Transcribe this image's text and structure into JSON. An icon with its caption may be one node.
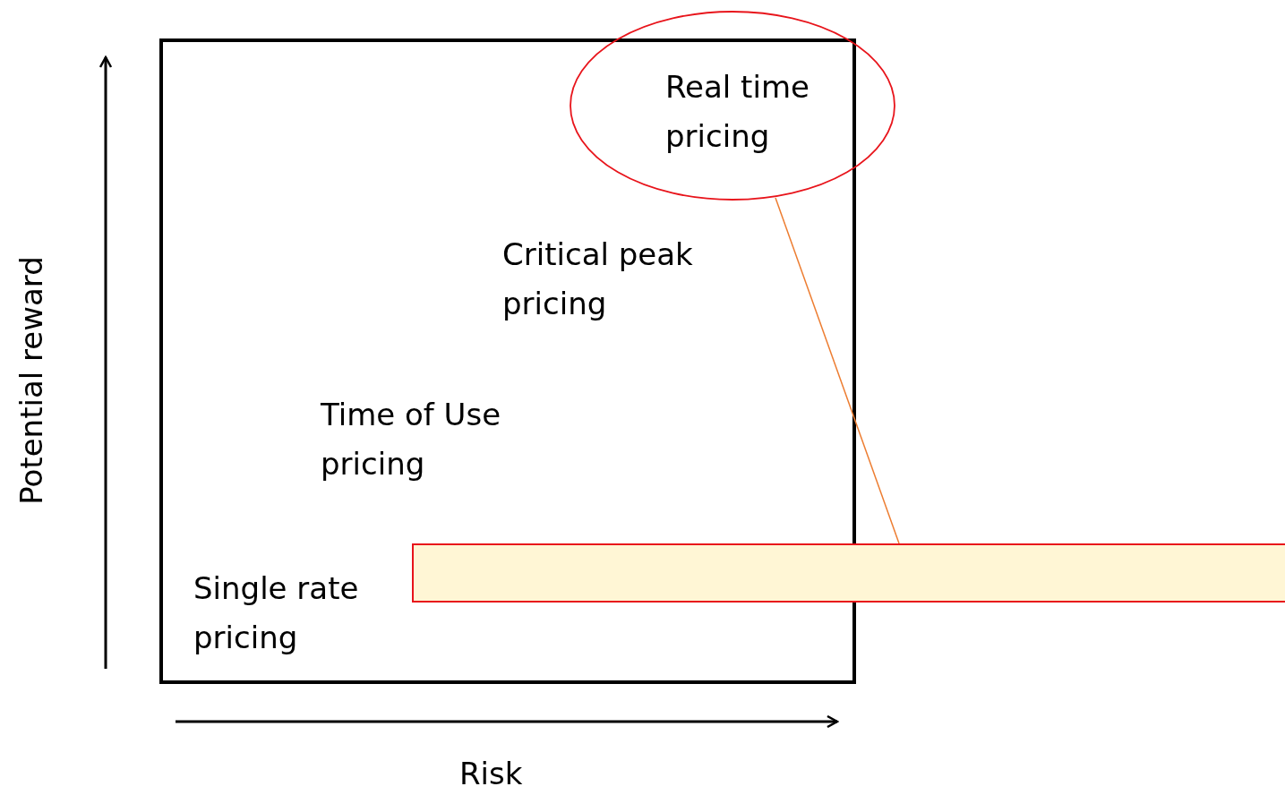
{
  "diagram": {
    "nodes": [
      {
        "text": [
          "Real time pricing"
        ]
      },
      {
        "text": [],
        "shape": "box"
      }
    ],
    "edges": [
      {
        "from": 0,
        "to": 1,
        "arrow": "none",
        "color": "#ed7d31"
      }
    ],
    "labels": [
      "Critical peak pricing",
      "Potential reward",
      "Time of Use pricing",
      "Single rate pricing",
      "Risk"
    ]
  }
}
